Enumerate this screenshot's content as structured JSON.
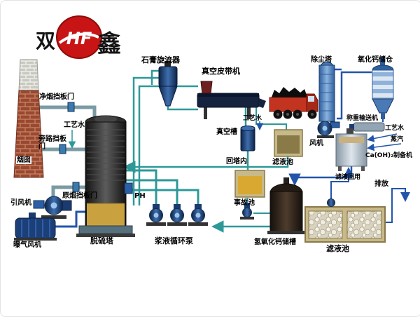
{
  "logo": {
    "left_char": "双",
    "right_char": "鑫",
    "monogram": "HF"
  },
  "colors": {
    "pipe_teal": "#2e9898",
    "pipe_blue": "#2255aa",
    "duct_gray": "#7b9ba3",
    "slurry_yellow": "#c9a23f",
    "pool_tan": "#c7b98a",
    "logo_red": "#c81414"
  },
  "labels": {
    "chimney": "烟囱",
    "induced_draft_fan": "引风机",
    "aeration_fan": "曝气风机",
    "clean_smoke_damper": "净烟挡板门",
    "process_water_left": "工艺水",
    "bypass_damper": "旁路挡板门",
    "raw_smoke_damper": "原烟挡板门",
    "desulfurization_tower": "脱硫塔",
    "ph_meter": "PH",
    "slurry_circulation_pumps": "浆液循环泵",
    "gypsum_cyclone": "石膏旋流器",
    "vacuum_belt_machine": "真空皮带机",
    "vacuum_tank": "真空槽",
    "process_water_mid": "工艺水",
    "return_to_tower": "回塔内",
    "filtrate_pool_small": "滤液池",
    "accident_pool": "事故池",
    "calcium_hydroxide_tank": "氢氧化钙储槽",
    "filtrate_pool_large": "滤液池",
    "dust_removal_tower": "除尘塔",
    "calcium_oxide_silo": "氧化钙储仓",
    "fan": "风机",
    "weighing_conveyor": "称重输送机",
    "process_water_right": "工艺水",
    "steam": "蒸汽",
    "caoh2_preparation_machine": "Ca(OH)₂制备机",
    "filtrate_reuse": "滤液回用",
    "discharge": "排放"
  }
}
